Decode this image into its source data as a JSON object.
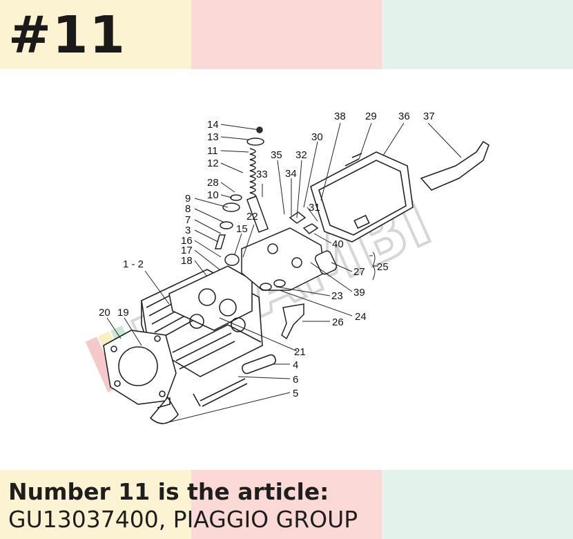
{
  "header": {
    "title": "#11",
    "colors": [
      "#fcf3d2",
      "#fbd9d6",
      "#e3f3ec"
    ]
  },
  "diagram": {
    "part_labels": [
      "14",
      "13",
      "11",
      "12",
      "28",
      "10",
      "9",
      "8",
      "7",
      "3",
      "16",
      "17",
      "18",
      "1 - 2",
      "15",
      "22",
      "33",
      "35",
      "34",
      "32",
      "30",
      "38",
      "29",
      "36",
      "37",
      "31",
      "40",
      "27",
      "25",
      "39",
      "23",
      "24",
      "26",
      "21",
      "20",
      "19",
      "4",
      "6",
      "5"
    ]
  },
  "footer": {
    "line1": "Number 11 is the article:",
    "line2": "GU13037400, PIAGGIO GROUP"
  }
}
